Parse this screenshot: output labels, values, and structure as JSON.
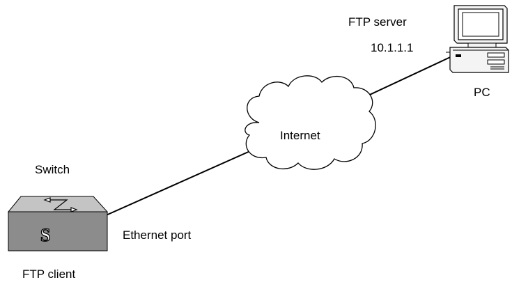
{
  "diagram": {
    "nodes": {
      "pc": {
        "label": "PC",
        "role": "FTP server",
        "ip": "10.1.1.1",
        "icon": "desktop-computer-icon"
      },
      "internet": {
        "label": "Internet",
        "icon": "cloud-icon"
      },
      "switch": {
        "label": "Switch",
        "role": "FTP client",
        "icon": "switch-icon",
        "port_label": "Ethernet port"
      }
    },
    "links": [
      {
        "from": "switch",
        "to": "internet"
      },
      {
        "from": "internet",
        "to": "pc"
      }
    ],
    "colors": {
      "line": "#000000",
      "switch_top": "#c4c4c4",
      "switch_front": "#8c8c8c",
      "switch_side": "#6e6e6e",
      "monitor": "#f4f4f4"
    }
  }
}
